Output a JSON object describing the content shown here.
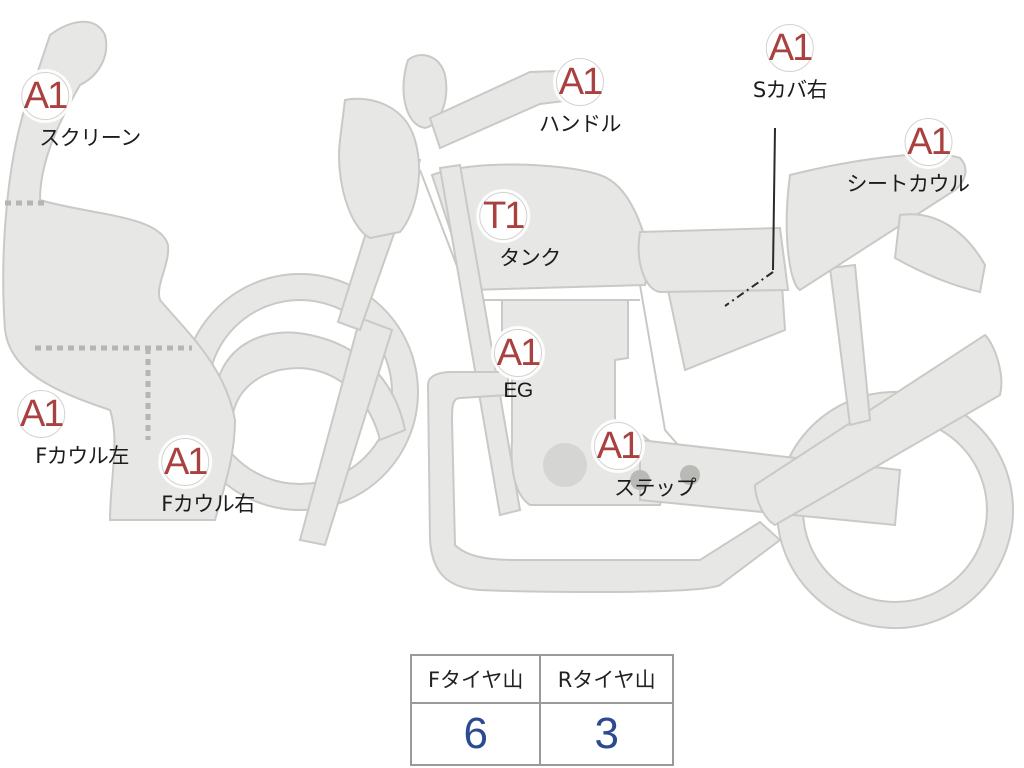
{
  "parts": [
    {
      "id": "screen",
      "code": "A1",
      "label": "スクリーン"
    },
    {
      "id": "handle",
      "code": "A1",
      "label": "ハンドル"
    },
    {
      "id": "s-cover-right",
      "code": "A1",
      "label": "Sカバ右"
    },
    {
      "id": "seat-cowl",
      "code": "A1",
      "label": "シートカウル"
    },
    {
      "id": "tank",
      "code": "T1",
      "label": "タンク"
    },
    {
      "id": "engine",
      "code": "A1",
      "label": "EG"
    },
    {
      "id": "f-cowl-left",
      "code": "A1",
      "label": "Fカウル左"
    },
    {
      "id": "f-cowl-right",
      "code": "A1",
      "label": "Fカウル右"
    },
    {
      "id": "step",
      "code": "A1",
      "label": "ステップ"
    }
  ],
  "tires": {
    "front_label": "Fタイヤ山",
    "rear_label": "Rタイヤ山",
    "front_value": "6",
    "rear_value": "3"
  }
}
